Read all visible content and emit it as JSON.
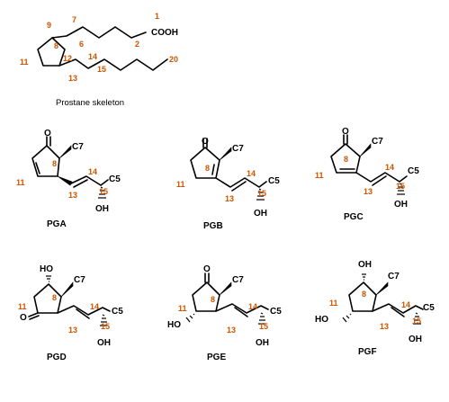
{
  "prostane": {
    "caption": "Prostane skeleton",
    "cooh": "COOH",
    "n1": "1",
    "n2": "2",
    "n6": "6",
    "n7": "7",
    "n8": "8",
    "n9": "9",
    "n11": "11",
    "n12": "12",
    "n13": "13",
    "n14": "14",
    "n15": "15",
    "n20": "20"
  },
  "compounds": [
    {
      "name": "PGA",
      "c7": "C7",
      "c5": "C5",
      "oh15": "OH",
      "n8": "8",
      "n11": "11",
      "n13": "13",
      "n14": "14",
      "n15": "15"
    },
    {
      "name": "PGB",
      "c7": "C7",
      "c5": "C5",
      "oh15": "OH",
      "n8": "8",
      "n11": "11",
      "n13": "13",
      "n14": "14",
      "n15": "15"
    },
    {
      "name": "PGC",
      "c7": "C7",
      "c5": "C5",
      "oh15": "OH",
      "n8": "8",
      "n11": "11",
      "n13": "13",
      "n14": "14",
      "n15": "15"
    },
    {
      "name": "PGD",
      "c7": "C7",
      "c5": "C5",
      "oh15": "OH",
      "ho9": "HO",
      "n8": "8",
      "n11": "11",
      "n13": "13",
      "n14": "14",
      "n15": "15"
    },
    {
      "name": "PGE",
      "c7": "C7",
      "c5": "C5",
      "oh15": "OH",
      "ho11": "HO",
      "n8": "8",
      "n11": "11",
      "n13": "13",
      "n14": "14",
      "n15": "15"
    },
    {
      "name": "PGF",
      "c7": "C7",
      "c5": "C5",
      "oh15": "OH",
      "oh9": "OH",
      "ho11": "HO",
      "n8": "8",
      "n11": "11",
      "n13": "13",
      "n14": "14",
      "n15": "15"
    }
  ]
}
